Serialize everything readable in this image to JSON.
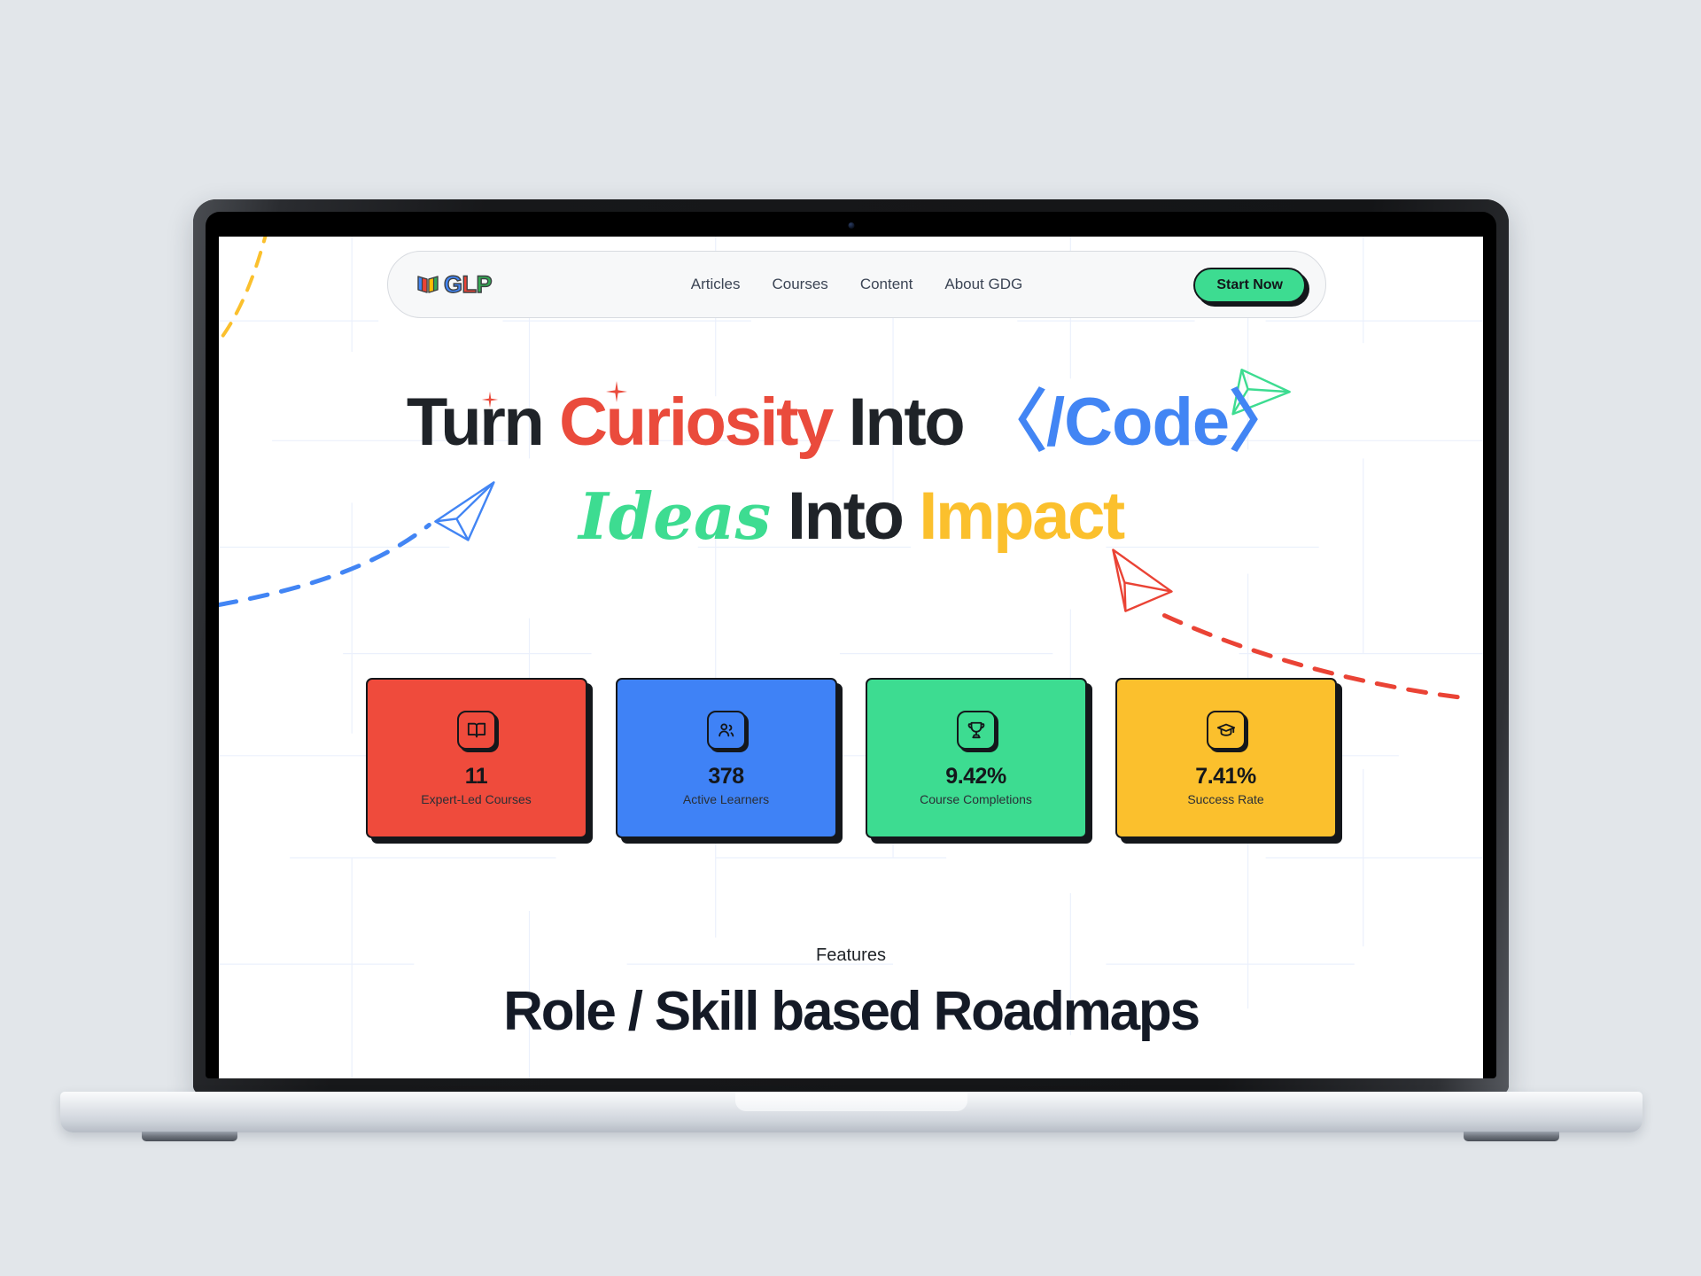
{
  "device": {
    "type": "laptop-mockup",
    "background_color": "#e2e6ea"
  },
  "navbar": {
    "logo": {
      "icon": "open-book-icon",
      "word_g": "G",
      "word_l": "L",
      "word_p": "P"
    },
    "links": [
      {
        "label": "Articles"
      },
      {
        "label": "Courses"
      },
      {
        "label": "Content"
      },
      {
        "label": "About GDG"
      }
    ],
    "cta": {
      "label": "Start Now",
      "bg": "#3ddc91",
      "text_color": "#13161a"
    }
  },
  "hero": {
    "line1": {
      "part1": "Turn ",
      "part2": "Curiosity",
      "part3": " Into ",
      "part4": "〈/Code〉"
    },
    "line2": {
      "part1": "Ideas",
      "part2": " Into ",
      "part3": "Impact"
    },
    "colors": {
      "dark": "#1f2328",
      "red": "#ea4b3c",
      "blue": "#4285f4",
      "green": "#3ddc91",
      "yellow": "#fbc02d"
    }
  },
  "stats": [
    {
      "icon": "open-book-icon",
      "value": "11",
      "label": "Expert-Led Courses",
      "color": "#ef4b3c"
    },
    {
      "icon": "users-icon",
      "value": "378",
      "label": "Active Learners",
      "color": "#3f82f6"
    },
    {
      "icon": "trophy-icon",
      "value": "9.42%",
      "label": "Course Completions",
      "color": "#3ddc91"
    },
    {
      "icon": "graduation-cap-icon",
      "value": "7.41%",
      "label": "Success Rate",
      "color": "#fbc02d"
    }
  ],
  "features": {
    "eyebrow": "Features",
    "title": "Role / Skill based Roadmaps"
  },
  "decorations": [
    {
      "name": "yellow-dashed-arc-top-left",
      "color": "#fbc02d"
    },
    {
      "name": "blue-paper-plane",
      "color": "#4285f4"
    },
    {
      "name": "blue-dashed-trail",
      "color": "#4285f4"
    },
    {
      "name": "red-paper-plane",
      "color": "#ea4335"
    },
    {
      "name": "red-dashed-trail",
      "color": "#ea4335"
    },
    {
      "name": "green-paper-plane",
      "color": "#3ddc91"
    },
    {
      "name": "grid-lines",
      "color": "#dce6fb"
    }
  ]
}
